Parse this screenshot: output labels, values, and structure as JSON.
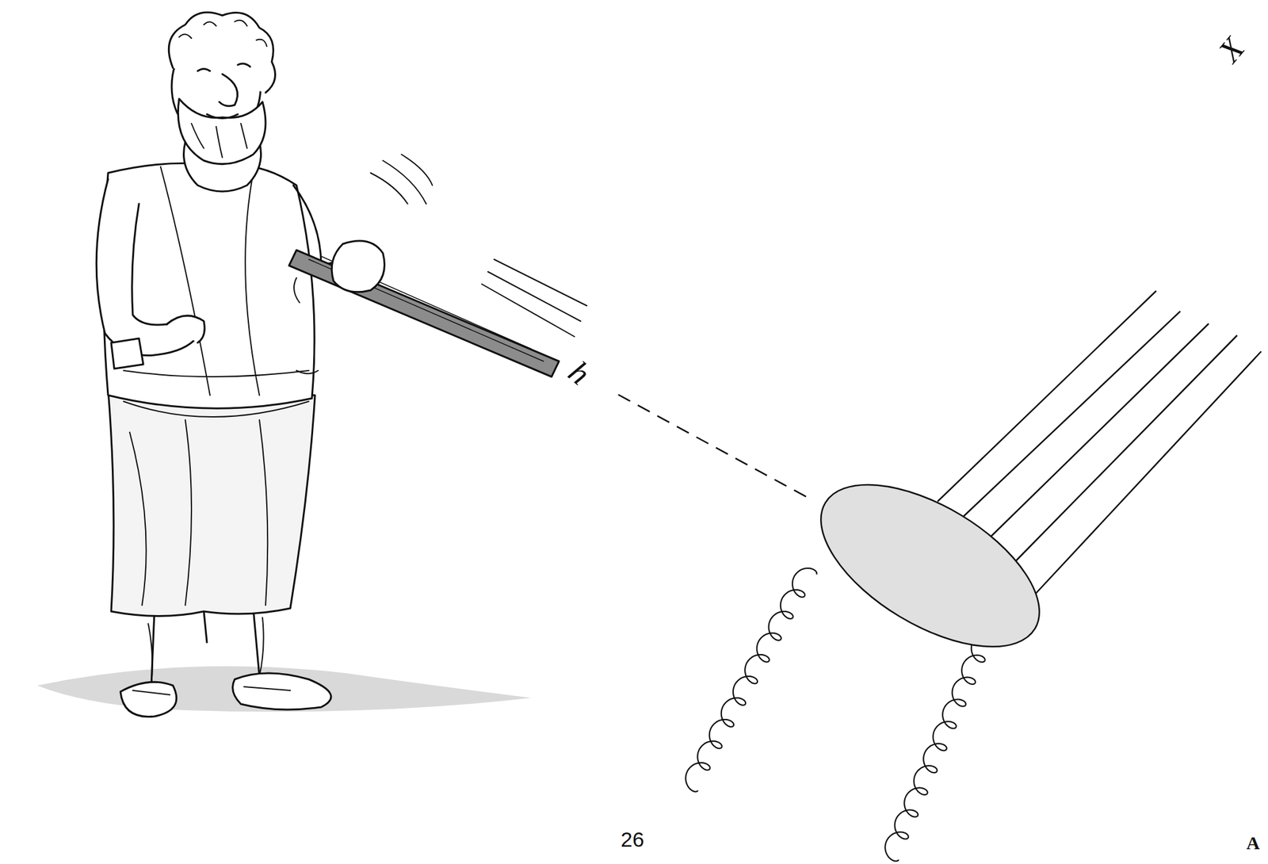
{
  "diagram": {
    "labels": [
      "h",
      "X",
      "26",
      "A"
    ]
  }
}
